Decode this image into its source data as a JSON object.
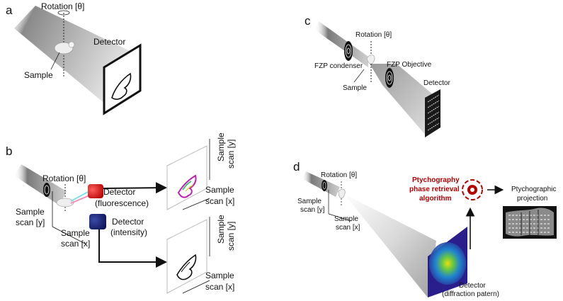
{
  "panels": {
    "a": {
      "letter": "a",
      "rotation": "Rotation [θ]",
      "detector": "Detector",
      "sample": "Sample"
    },
    "b": {
      "letter": "b",
      "rotation": "Rotation [θ]",
      "detector_fluor_1": "Detector",
      "detector_fluor_2": "(fluorescence)",
      "detector_int_1": "Detector",
      "detector_int_2": "(intensity)",
      "scan_y_1": "Sample",
      "scan_y_2": "scan [y]",
      "scan_x_1": "Sample",
      "scan_x_2": "scan [x]",
      "plane_y_1": "Sample",
      "plane_y_2": "scan [y]",
      "plane_x_1": "Sample",
      "plane_x_2": "scan [x]",
      "plane2_y_1": "Sample",
      "plane2_y_2": "scan [y]",
      "plane2_x_1": "Sample",
      "plane2_x_2": "scan [x]"
    },
    "c": {
      "letter": "c",
      "rotation": "Rotation [θ]",
      "condenser": "FZP condenser",
      "objective": "FZP Objective",
      "sample": "Sample",
      "detector": "Detector"
    },
    "d": {
      "letter": "d",
      "rotation": "Rotation [θ]",
      "scan_y_1": "Sample",
      "scan_y_2": "scan [y]",
      "scan_x_1": "Sample",
      "scan_x_2": "scan [x]",
      "algo_1": "Ptychography",
      "algo_2": "phase retrieval",
      "algo_3": "algorithm",
      "output_1": "Ptychographic",
      "output_2": "projection",
      "detector_1": "Detector",
      "detector_2": "(diffraction patern)"
    }
  },
  "colors": {
    "algorithm_red": "#b40000",
    "fluorescence_detector": "#d81e1e",
    "intensity_detector": "#1a237e"
  }
}
